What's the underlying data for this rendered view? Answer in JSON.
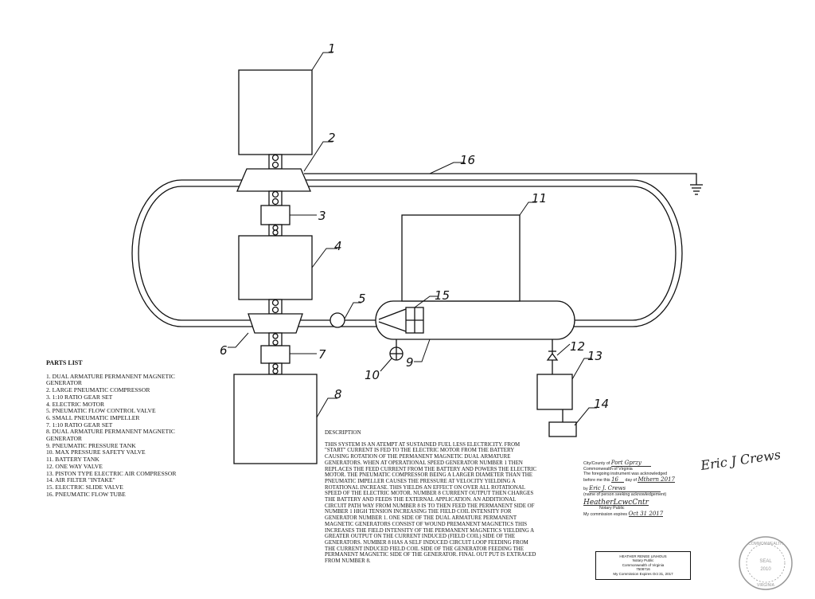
{
  "parts_list": {
    "title": "PARTS LIST",
    "items": [
      "1. DUAL ARMATURE PERMANENT MAGNETIC GENERATOR",
      "2. LARGE PNEUMATIC COMPRESSOR",
      "3. 1:10 RATIO GEAR SET",
      "4. ELECTRIC MOTOR",
      "5. PNEUMATIC FLOW CONTROL VALVE",
      "6. SMALL PNEUMATIC IMPELLER",
      "7. 1:10 RATIO GEAR SET",
      "8. DUAL ARMATURE PERMANENT MAGNETIC GENERATOR",
      "9. PNEUMATIC PRESSURE TANK",
      "10. MAX PRESSURE SAFETY VALVE",
      "11. BATTERY TANK",
      "12. ONE WAY VALVE",
      "13. PISTON TYPE ELECTRIC AIR COMPRESSOR",
      "14. AIR FILTER \"INTAKE\"",
      "15. ELECTRIC SLIDE VALVE",
      "16. PNEUMATIC FLOW TUBE"
    ]
  },
  "description": {
    "title": "DESCRIPTION",
    "body": "THIS SYSTEM IS AN ATEMPT AT SUSTAINED FUEL LESS ELECTRICITY. FROM \"START\" CURRENT IS FED TO THE ELECTRIC MOTOR FROM THE BATTERY CAUSING ROTATION OF THE PERMANENT MAGNETIC DUAL ARMATURE GENERATORS. WHEN AT OPERATIONAL SPEED GENERATOR NUMBER 1 THEN REPLACES THE FEED CURRENT FROM THE BATTERY AND POWERS THE ELECTRIC MOTOR. THE PNEUMATIC COMPRESSOR BEING A LARGER DIAMETER THAN THE PNEUMATIC IMPELLER CAUSES THE PRESSURE AT VELOCITY YIELDING A ROTATIONAL INCREASE. THIS YIELDS AN EFFECT ON OVER ALL ROTATIONAL SPEED OF THE ELECTRIC MOTOR. NUMBER 8 CURRENT OUTPUT THEN CHARGES THE BATTERY AND FEEDS THE EXTERNAL APPLICATION. AN ADDITIONAL CIRCUIT PATH WAY FROM NUMBER 8 IS TO THEN FEED THE PERMANENT SIDE OF NUMBER 1 HIGH TENSION INCREASING THE FIELD COIL INTENSITY FOR GENERATOR NUMBER 1. ONE SIDE OF THE DUAL ARMATURE PERMANENT MAGNETIC GENERATORS CONSIST OF WOUND PREMANENT MAGNETICS THIS INCREASES THE FIELD INTENSITY OF THE PERMANENT MAGNETICS YIELDING A GREATER OUTPUT ON THE CURRENT INDUCED (FIELD COIL) SIDE OF THE GENERATORS. NUMBER 8 HAS A SELF INDUCED CIRCUIT LOOP FEEDING FROM THE CURRENT INDUCED FIELD COIL SIDE OF THE GENERATOR FEEDING THE PERMANENT MAGNETIC SIDE OF THE GENERATOR. FINAL OUT PUT IS EXTRACED FROM NUMBER 8."
  },
  "callouts": [
    "1",
    "2",
    "3",
    "4",
    "5",
    "6",
    "7",
    "8",
    "9",
    "10",
    "11",
    "12",
    "13",
    "14",
    "15",
    "16"
  ],
  "notary": {
    "city_county_label": "City/County of",
    "city_county_value": "Port Gprzy",
    "commonwealth": "Commonwealth of Virginia",
    "ack_line_1": "The foregoing instrument was acknowledged",
    "ack_line_2_label": "before me this",
    "ack_day": "16",
    "ack_day_of": "day of",
    "ack_month_year": "Mthern 2017",
    "by_label": "by",
    "by_value": "Eric J. Crews",
    "name_caption": "(name of person seeking acknowledgement)",
    "notary_signature": "HeatherLcwcCntr",
    "notary_public": "Notary Public",
    "expires_label": "My commission expires",
    "expires_value": "Oct 31 2017"
  },
  "stamp": {
    "line1": "HEATHER RENEE LINHOUS",
    "line2": "Notary Public",
    "line3": "Commonwealth of Virginia",
    "line4": "7508716",
    "line5": "My Commission Expires Oct 31, 2017"
  },
  "seal": {
    "top": "COMMONWEALTH",
    "middle": "SEAL",
    "year": "2010",
    "bottom": "VIRGINIA"
  },
  "signature": "Eric J Crews"
}
